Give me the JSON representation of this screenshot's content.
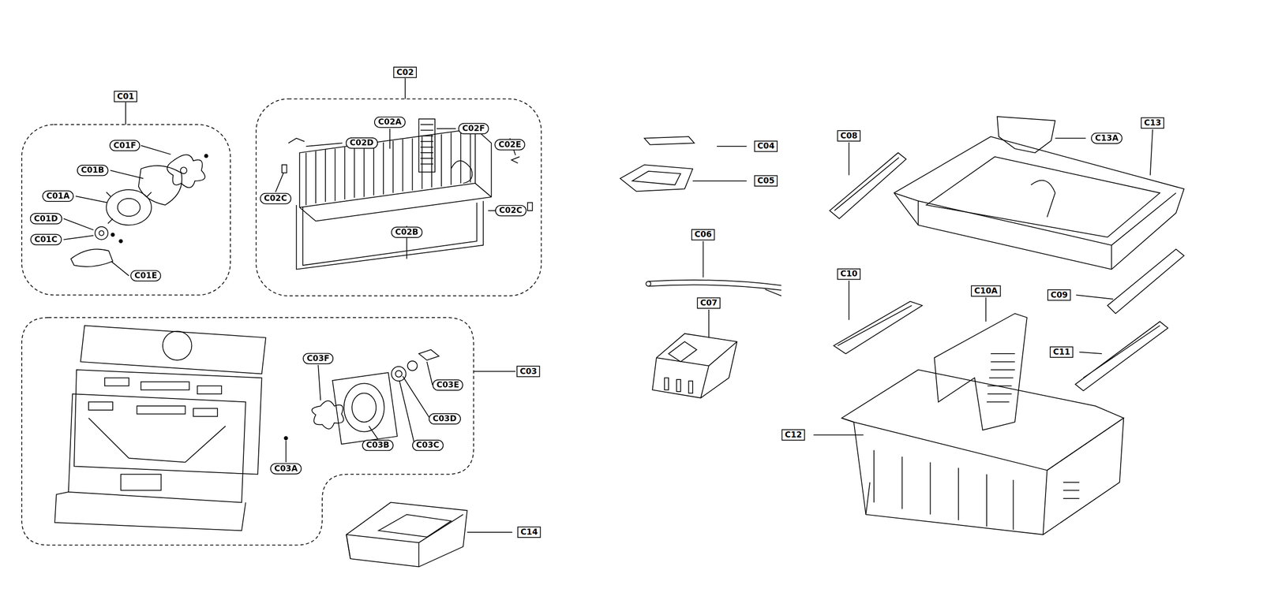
{
  "diagram": {
    "labels": [
      "C01",
      "C01F",
      "C01B",
      "C01A",
      "C01D",
      "C01C",
      "C01E",
      "C02",
      "C02D",
      "C02A",
      "C02F",
      "C02E",
      "C02C",
      "C02B",
      "C02C",
      "C03F",
      "C03E",
      "C03D",
      "C03C",
      "C03B",
      "C03A",
      "C03",
      "C14",
      "C04",
      "C05",
      "C06",
      "C07",
      "C08",
      "C13A",
      "C13",
      "C10",
      "C10A",
      "C09",
      "C11",
      "C12"
    ]
  }
}
